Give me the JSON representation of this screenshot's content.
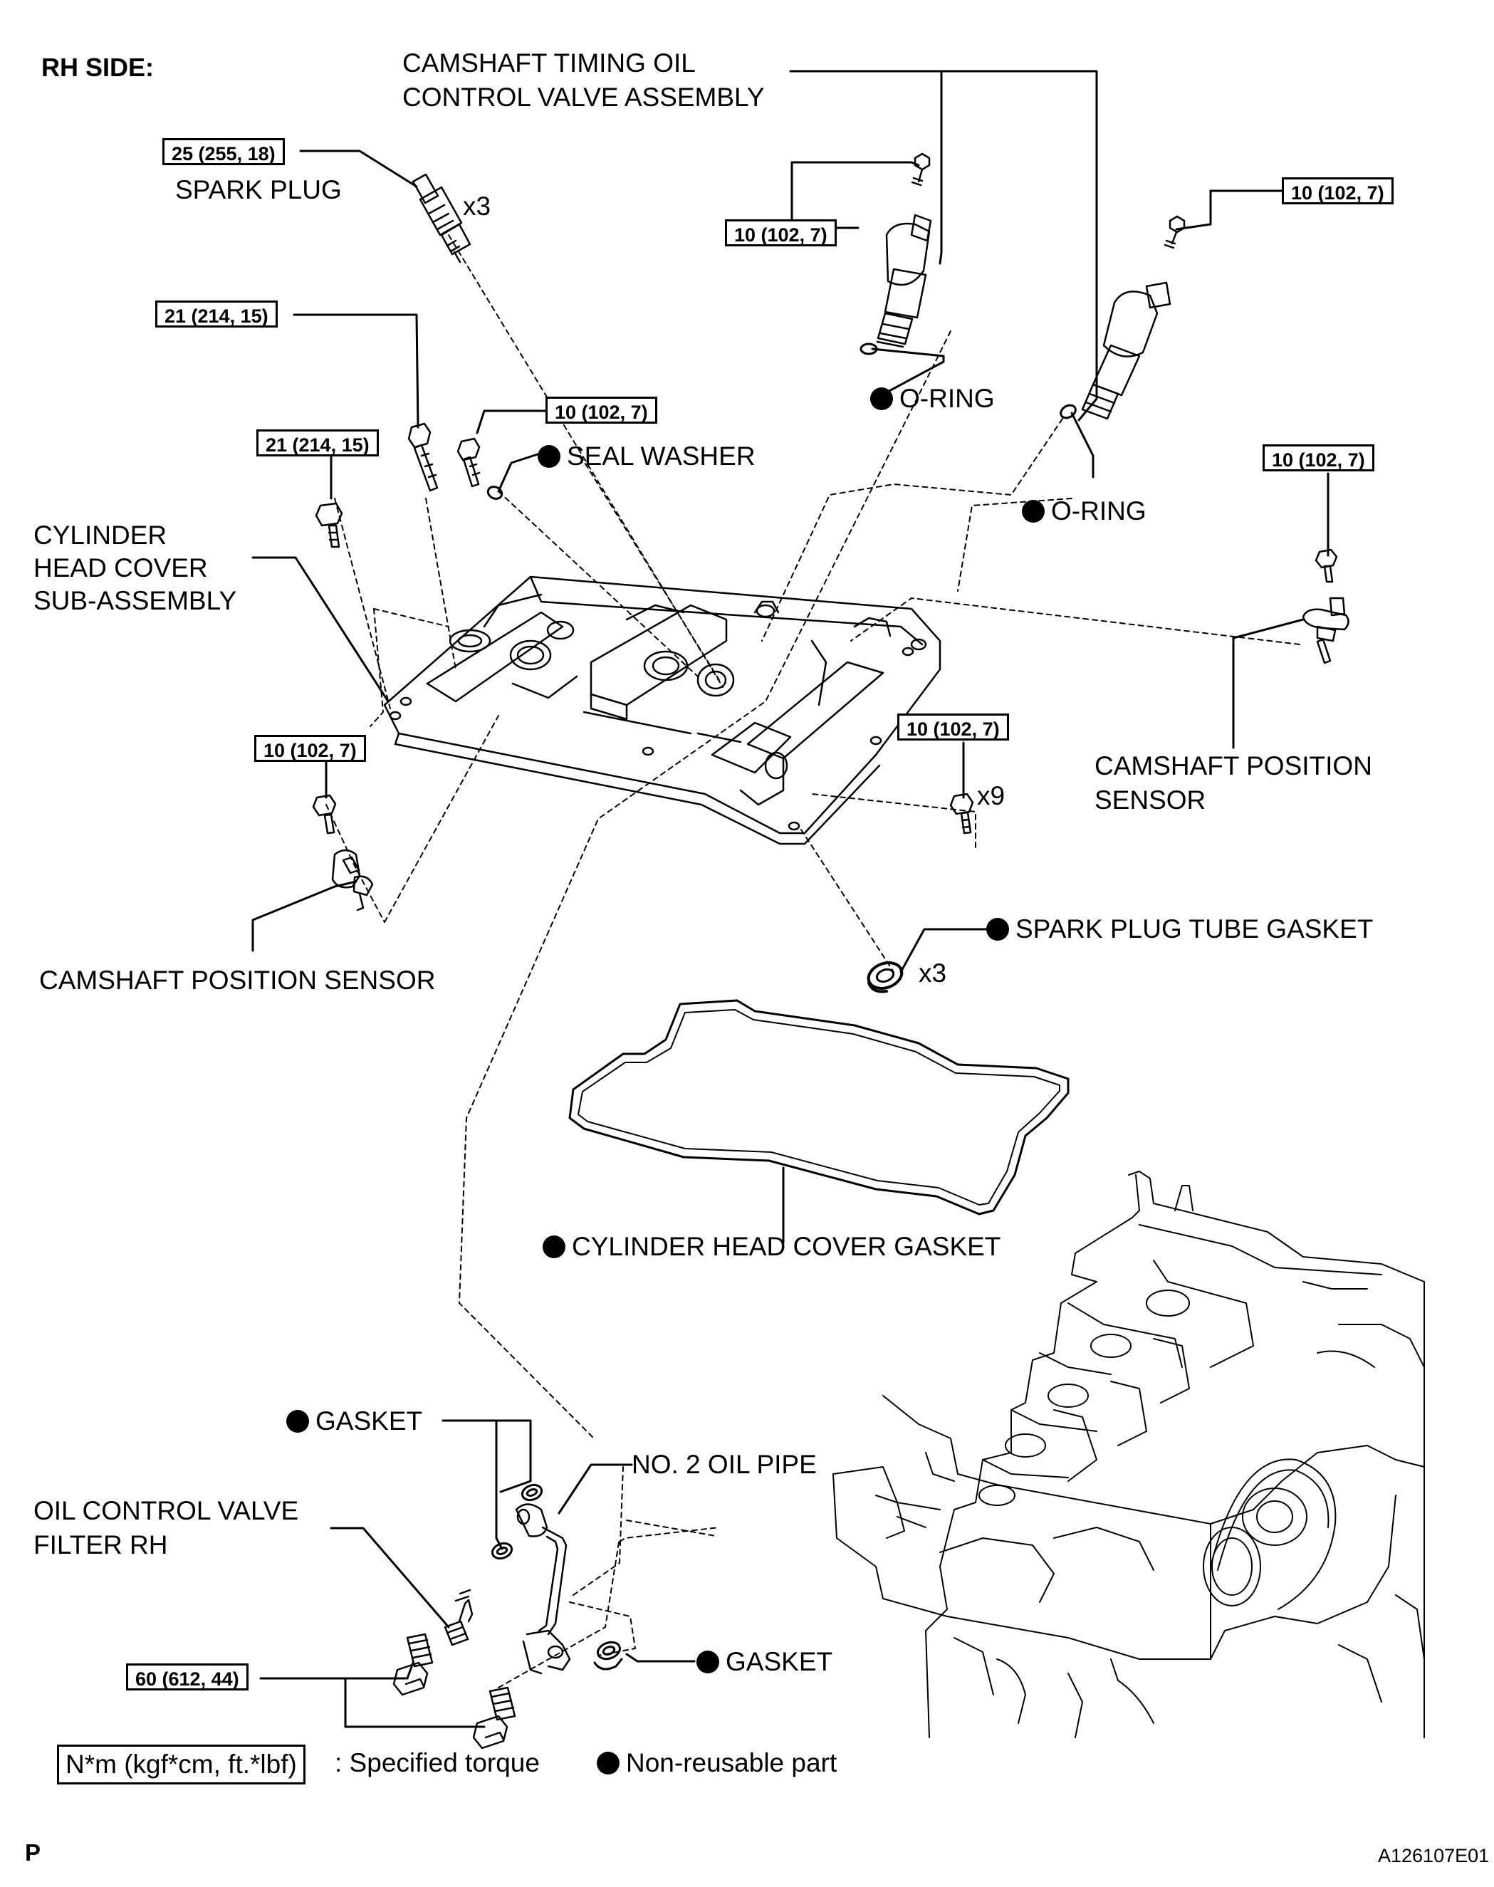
{
  "header": {
    "side": "RH SIDE:"
  },
  "labels": {
    "camshaft_timing_valve": [
      "CAMSHAFT TIMING OIL",
      "CONTROL VALVE ASSEMBLY"
    ],
    "spark_plug": "SPARK PLUG",
    "o_ring_1": "O-RING",
    "o_ring_2": "O-RING",
    "seal_washer": "SEAL WASHER",
    "cylinder_head_cover": [
      "CYLINDER",
      "HEAD COVER",
      "SUB-ASSEMBLY"
    ],
    "camshaft_position_sensor_right": [
      "CAMSHAFT POSITION",
      "SENSOR"
    ],
    "camshaft_position_sensor_left": "CAMSHAFT POSITION SENSOR",
    "spark_plug_tube_gasket": "SPARK PLUG TUBE GASKET",
    "cylinder_head_cover_gasket": "CYLINDER HEAD COVER GASKET",
    "gasket_upper": "GASKET",
    "gasket_lower": "GASKET",
    "no2_oil_pipe": "NO. 2 OIL PIPE",
    "oil_control_valve_filter": [
      "OIL CONTROL VALVE",
      "FILTER RH"
    ]
  },
  "torques": {
    "spark_plug": "25 (255, 18)",
    "ocv_bolt_left": "10 (102, 7)",
    "ocv_bolt_right": "10 (102, 7)",
    "stud_bolt_upper": "21 (214, 15)",
    "stud_bolt_lower": "21 (214, 15)",
    "seal_washer_bolt": "10 (102, 7)",
    "cam_sensor_right_bolt": "10 (102, 7)",
    "cover_bolts": "10 (102, 7)",
    "cam_sensor_left_bolt": "10 (102, 7)",
    "union_bolts": "60 (612, 44)"
  },
  "quantities": {
    "spark_plug": "x3",
    "cover_bolts": "x9",
    "tube_gasket": "x3"
  },
  "legend": {
    "torque_box": "N*m (kgf*cm, ft.*lbf)",
    "torque_desc": ": Specified torque",
    "nonreusable": "Non-reusable part"
  },
  "footer": {
    "corner_mark": "P",
    "figure_id": "A126107E01"
  },
  "colors": {
    "ink": "#000000",
    "paper": "#ffffff"
  },
  "icons": {
    "nonreusable_marker": "filled-circle",
    "parts": [
      "spark-plug",
      "bolt",
      "stud-bolt",
      "oil-control-valve",
      "o-ring",
      "seal-washer",
      "cylinder-head-cover",
      "camshaft-position-sensor",
      "tube-gasket",
      "cover-gasket",
      "oil-pipe",
      "union-bolt",
      "filter",
      "engine-block"
    ]
  }
}
